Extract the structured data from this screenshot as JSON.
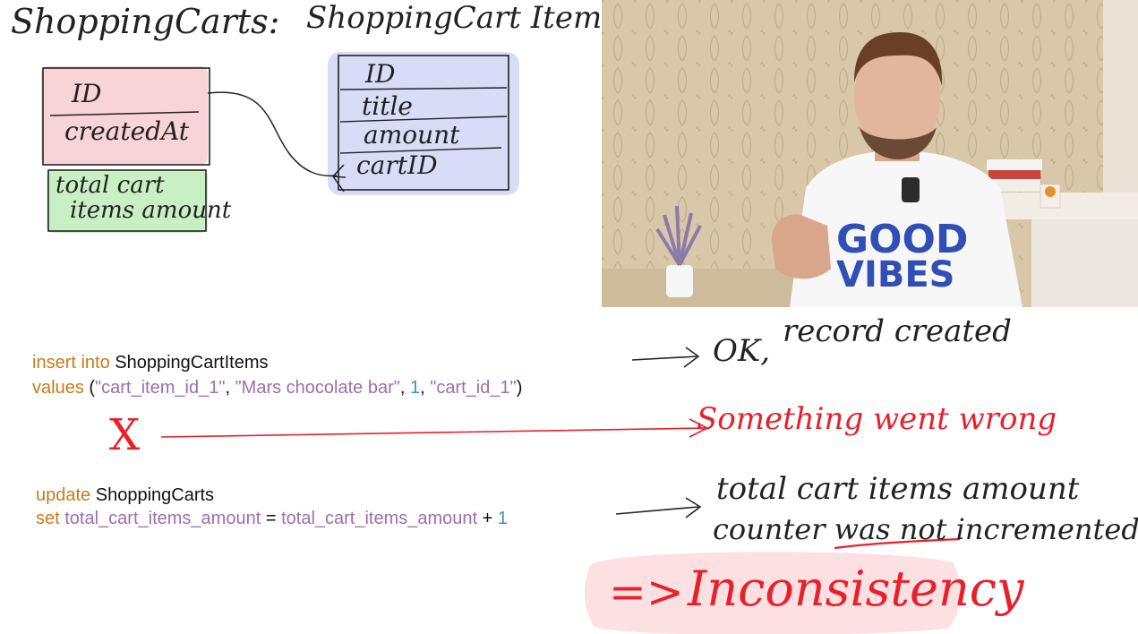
{
  "diagram": {
    "shopping_carts": {
      "title": "ShoppingCarts:",
      "fields": [
        "ID",
        "createdAt"
      ],
      "extra_field_line1": "total cart",
      "extra_field_line2": "items amount"
    },
    "shopping_cart_items": {
      "title": "ShoppingCart Items:",
      "fields": [
        "ID",
        "title",
        "amount",
        "cartID"
      ]
    }
  },
  "sql_insert": {
    "line1_kw": "insert into",
    "line1_table": "ShoppingCartItems",
    "line2_kw": "values",
    "open_paren": "(",
    "v1": "\"cart_item_id_1\"",
    "v2": "\"Mars chocolate bar\"",
    "v3": "1",
    "v4": "\"cart_id_1\"",
    "comma": ",",
    "close_paren": ")"
  },
  "sql_update": {
    "line1_kw": "update",
    "line1_table": "ShoppingCarts",
    "line2_kw": "set",
    "col": "total_cart_items_amount",
    "eq": "=",
    "expr_col": "total_cart_items_amount",
    "plus": "+",
    "num": "1"
  },
  "annotations": {
    "ok_part1": "OK,",
    "ok_part2": "record created",
    "x_mark": "X",
    "error": "Something went wrong",
    "counter_line1": "total cart items amount",
    "counter_line2_a": "counter",
    "counter_line2_b": "was not",
    "counter_line2_c": "incremented",
    "arrow_text": "=>",
    "conclusion": "Inconsistency"
  },
  "colors": {
    "pink_highlight": "#f8d4d6",
    "green_highlight": "#c9f0c4",
    "blue_highlight": "#d8dcf6",
    "red_ink": "#e8202a",
    "sql_keyword": "#c97a1c",
    "sql_string": "#9b6fb0",
    "sql_number": "#3d8fc6"
  }
}
